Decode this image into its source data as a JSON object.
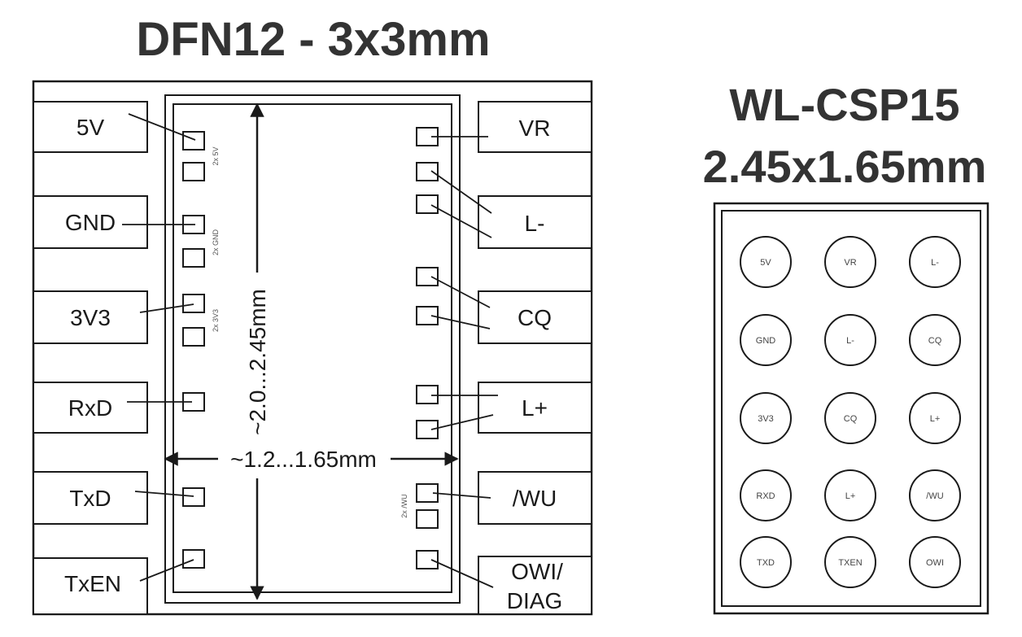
{
  "dfn": {
    "title": "DFN12 - 3x3mm",
    "left_pins": [
      "5V",
      "GND",
      "3V3",
      "RxD",
      "TxD",
      "TxEN"
    ],
    "right_pins": [
      "VR",
      "L-",
      "CQ",
      "L+",
      "/WU",
      "OWI/",
      "DIAG"
    ],
    "dim_vertical": "~2.0...2.45mm",
    "dim_horizontal": "~1.2...1.65mm",
    "pad_notes": [
      "2x 5V",
      "2x GND",
      "2x 3V3",
      "2x /WU"
    ]
  },
  "csp": {
    "title_line1": "WL-CSP15",
    "title_line2": "2.45x1.65mm",
    "balls": [
      [
        "5V",
        "VR",
        "L-"
      ],
      [
        "GND",
        "L-",
        "CQ"
      ],
      [
        "3V3",
        "CQ",
        "L+"
      ],
      [
        "RXD",
        "L+",
        "/WU"
      ],
      [
        "TXD",
        "TXEN",
        "OWI"
      ]
    ]
  },
  "colors": {
    "line": "#1a1a1a",
    "title": "#333333",
    "ball_text": "#444444"
  }
}
